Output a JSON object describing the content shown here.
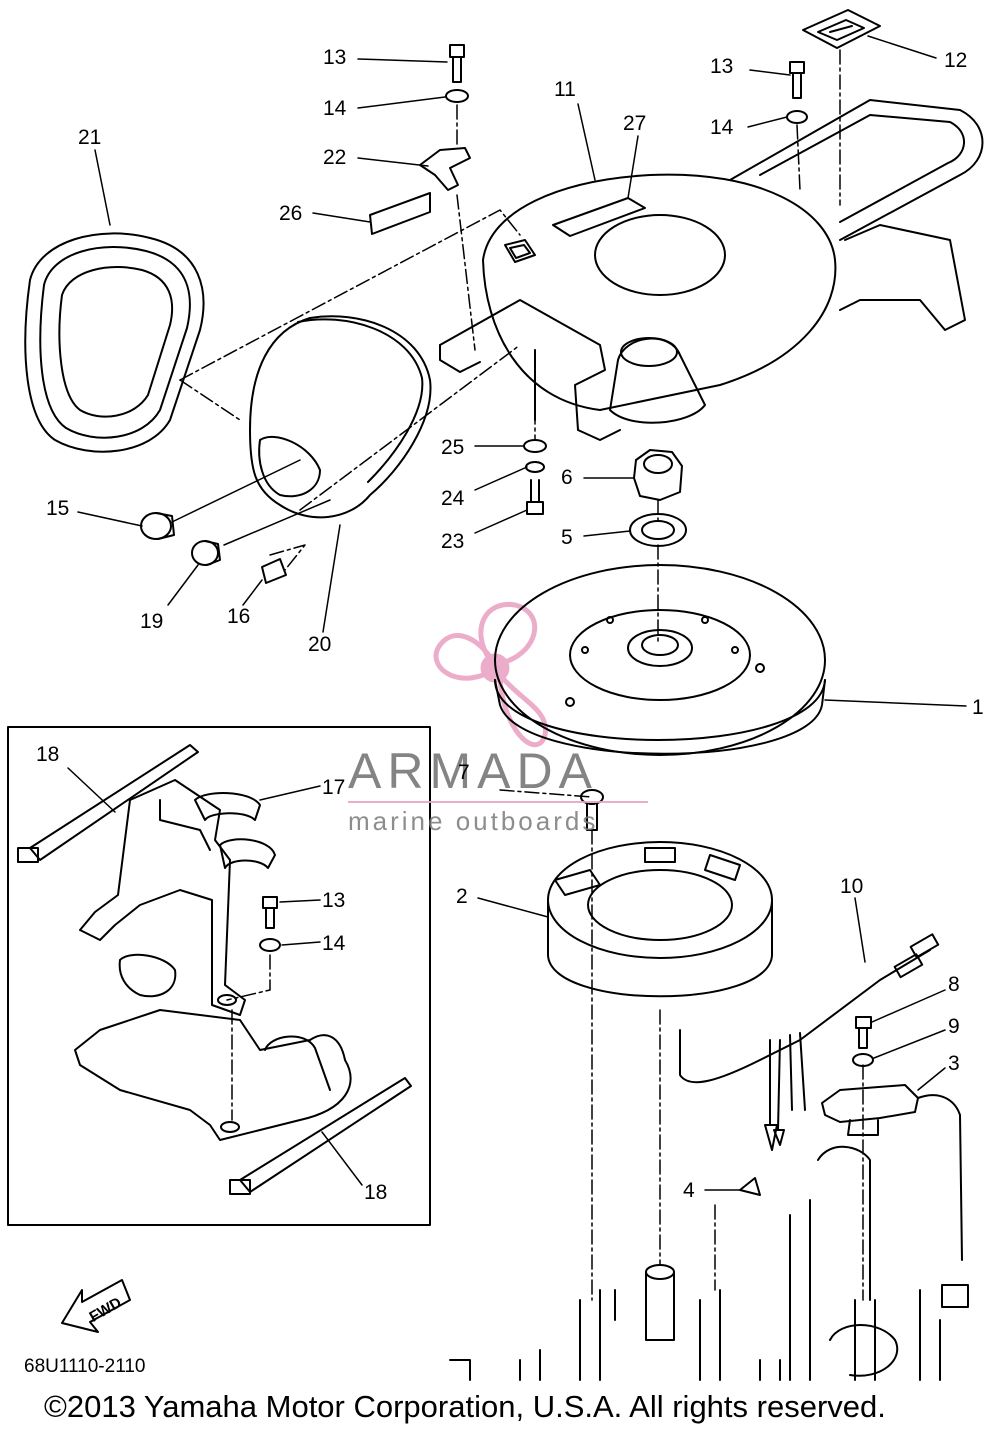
{
  "drawing_code": "68U1110-2110",
  "copyright": "©2013 Yamaha Motor Corporation, U.S.A. All rights reserved.",
  "watermark": {
    "title": "ARMADA",
    "subtitle": "marine outboards",
    "color_text": "#6f6f6f",
    "color_logo": "#e9a5c4"
  },
  "fwd_arrow_label": "FWD",
  "callouts": {
    "p1": "1",
    "p2": "2",
    "p3": "3",
    "p4": "4",
    "p5": "5",
    "p6": "6",
    "p7": "7",
    "p8": "8",
    "p9": "9",
    "p10": "10",
    "p11": "11",
    "p12": "12",
    "p13a": "13",
    "p13b": "13",
    "p13c": "13",
    "p14a": "14",
    "p14b": "14",
    "p14c": "14",
    "p15": "15",
    "p16": "16",
    "p17": "17",
    "p18a": "18",
    "p18b": "18",
    "p19": "19",
    "p20": "20",
    "p21": "21",
    "p22": "22",
    "p23": "23",
    "p24": "24",
    "p25": "25",
    "p26": "26",
    "p27": "27"
  }
}
